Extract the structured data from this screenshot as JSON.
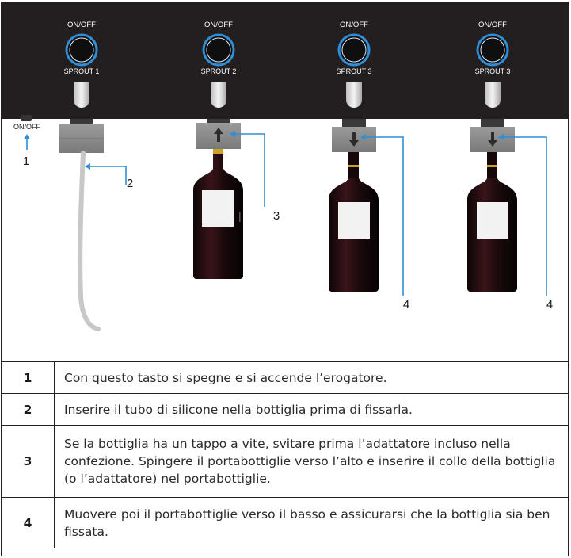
{
  "panel": {
    "spouts": [
      {
        "button_label": "ON/OFF",
        "spout_label": "SPROUT 1"
      },
      {
        "button_label": "ON/OFF",
        "spout_label": "SPROUT 2"
      },
      {
        "button_label": "ON/OFF",
        "spout_label": "SPROUT 3"
      },
      {
        "button_label": "ON/OFF",
        "spout_label": "SPROUT 3"
      }
    ],
    "side_switch_label": "ON/OFF"
  },
  "callouts": [
    "1",
    "2",
    "3",
    "4",
    "4"
  ],
  "legend": [
    {
      "num": "1",
      "text": "Con questo tasto si spegne e si accende l’erogatore."
    },
    {
      "num": "2",
      "text": "Inserire il tubo di silicone nella bottiglia prima di fissarla."
    },
    {
      "num": "3",
      "text": "Se la bottiglia ha un tappo a vite, svitare prima l’adattatore incluso nella confezione. Spingere il portabottiglie verso l’alto e inserire il collo della bottiglia (o l’adattatore) nel portabottiglie."
    },
    {
      "num": "4",
      "text": "Muovere poi il portabottiglie verso il basso e assicurarsi che la bottiglia sia ben fissata."
    }
  ],
  "colors": {
    "panel": "#231f20",
    "ring": "#2f8fd6",
    "callout": "#2f8fd6",
    "holder": "#8c8c8c",
    "wine": "#2b0d10"
  }
}
